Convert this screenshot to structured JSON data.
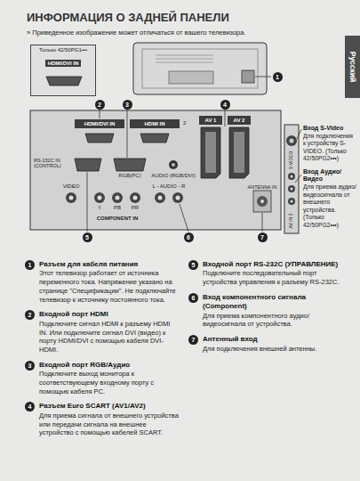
{
  "diagram": {
    "title": "ИНФОРМАЦИЯ О ЗАДНЕЙ ПАНЕЛИ",
    "nodes": [
      {
        "text": [
          "Русский"
        ]
      },
      {
        "text": [
          "Только 42/50PG1•••",
          "HDMI/DVI IN"
        ]
      },
      {
        "text": [
          "HDMI/DVI IN"
        ]
      },
      {
        "text": [
          "HDMI IN"
        ]
      },
      {
        "text": [
          "AV 1"
        ]
      },
      {
        "text": [
          "AV 2"
        ]
      },
      {
        "text": [
          "1"
        ]
      },
      {
        "text": [
          "2"
        ]
      },
      {
        "text": [
          "3"
        ]
      },
      {
        "text": [
          "4"
        ]
      },
      {
        "text": [
          "5"
        ]
      },
      {
        "text": [
          "6"
        ]
      },
      {
        "text": [
          "7"
        ]
      },
      {
        "text": [
          "1"
        ]
      },
      {
        "text": [
          "2"
        ]
      },
      {
        "text": [
          "3"
        ]
      },
      {
        "text": [
          "4"
        ]
      },
      {
        "text": [
          "5"
        ]
      },
      {
        "text": [
          "6"
        ]
      },
      {
        "text": [
          "7"
        ]
      }
    ],
    "labels": [
      "» Приведенное изображение может отличаться от вашего телевизора.",
      "2",
      "RS-232C IN (CONTROL)",
      "RGB(PC)",
      "AUDIO (RGB/DVI)",
      "VIDEO",
      "Y",
      "PB",
      "PR",
      "L - AUDIO - R",
      "COMPONENT IN",
      "ANTENNA IN",
      "S-VIDEO",
      "AV IN 3",
      "Вход S-Video",
      "Для подключения к устройству S-VIDEO. (Только 42/50PG2•••)",
      "Вход Аудио/Видео",
      "Для приема аудио/видеосигнала от внешнего устройства. (Только 42/50PG2•••)",
      "Разъем для кабеля питания",
      "Этот телевизор работает от источника переменного тока. Напряжение указано на странице \"Спецификации\". Не подключайте телевизор к источнику постоянного тока.",
      "Входной порт HDMI",
      "Подключите сигнал HDMI к разъему HDMI IN. Или подключите сигнал DVI (видео) к порту HDMI/DVI с помощью кабеля DVI-HDMI.",
      "Входной порт RGB/Аудио",
      "Подключите выход монитора к соответствующему входному порту с помощью кабеля PC.",
      "Разъем Euro SCART (AV1/AV2)",
      "Для приема сигнала от внешнего устройства или передачи сигнала на внешнее устройство с помощью кабелей SCART.",
      "Входной порт RS-232C (УПРАВЛЕНИЕ)",
      "Подключите последовательный порт устройства управления к разъему RS-232C.",
      "Вход компонентного сигнала (Component)",
      "Для приема компонентного аудио/видеосигнала от устройства.",
      "Антенный вход",
      "Для подключения внешней антенны."
    ]
  }
}
